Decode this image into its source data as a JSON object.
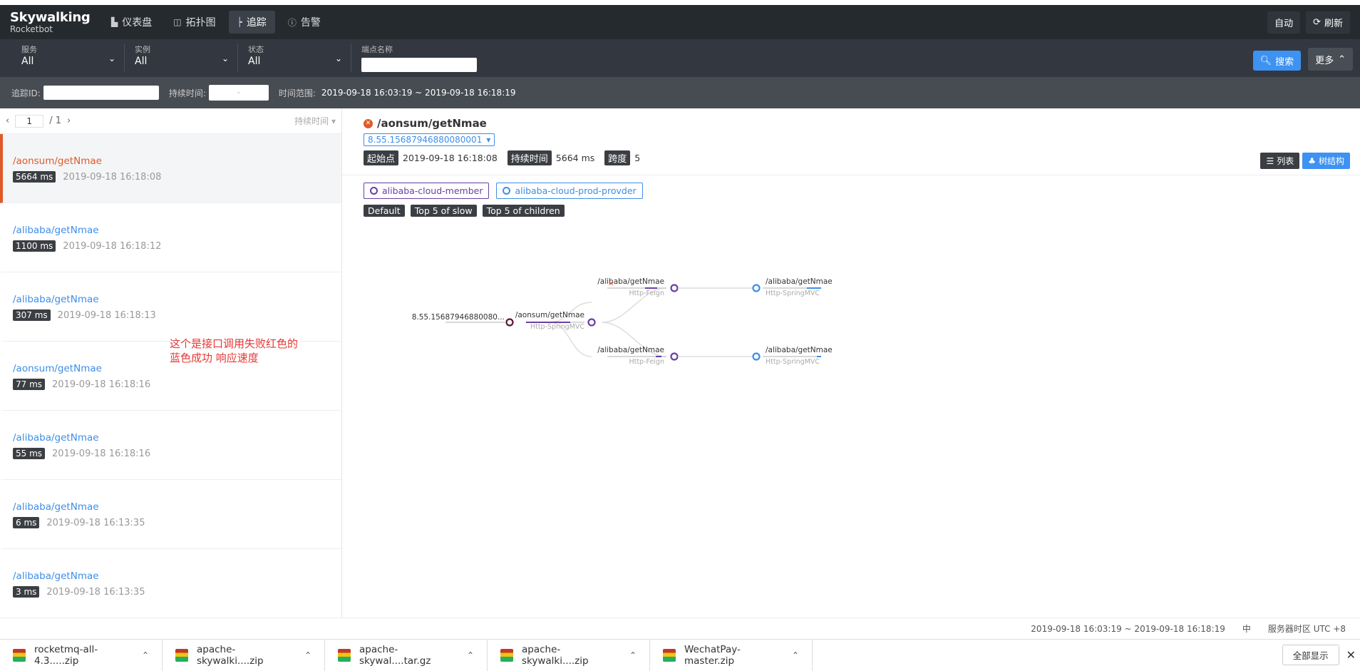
{
  "brand": {
    "line1": "Skywalking",
    "line2": "Rocketbot"
  },
  "nav": {
    "items": [
      {
        "label": "仪表盘",
        "icon": "chart-icon"
      },
      {
        "label": "拓扑图",
        "icon": "topology-icon"
      },
      {
        "label": "追踪",
        "icon": "trace-icon",
        "active": true
      },
      {
        "label": "告警",
        "icon": "alarm-icon"
      }
    ],
    "auto_label": "自动",
    "refresh_label": "刷新"
  },
  "filters": {
    "service": {
      "label": "服务",
      "value": "All"
    },
    "instance": {
      "label": "实例",
      "value": "All"
    },
    "status": {
      "label": "状态",
      "value": "All"
    },
    "endpoint": {
      "label": "端点名称"
    },
    "search_label": "搜索",
    "more_label": "更多"
  },
  "subfilters": {
    "trace_id_label": "追踪ID:",
    "duration_label": "持续时间:",
    "duration_sep": "-",
    "time_range_label": "时间范围:",
    "time_range_value": "2019-09-18 16:03:19 ~ 2019-09-18 16:18:19"
  },
  "pager": {
    "page": "1",
    "total": "/ 1",
    "sort_label": "持续时间"
  },
  "traces": [
    {
      "endpoint": "/aonsum/getNmae",
      "duration": "5664 ms",
      "time": "2019-09-18 16:18:08",
      "error": true,
      "active": true
    },
    {
      "endpoint": "/alibaba/getNmae",
      "duration": "1100 ms",
      "time": "2019-09-18 16:18:12",
      "error": false
    },
    {
      "endpoint": "/alibaba/getNmae",
      "duration": "307 ms",
      "time": "2019-09-18 16:18:13",
      "error": false
    },
    {
      "endpoint": "/aonsum/getNmae",
      "duration": "77 ms",
      "time": "2019-09-18 16:18:16",
      "error": false
    },
    {
      "endpoint": "/alibaba/getNmae",
      "duration": "55 ms",
      "time": "2019-09-18 16:18:16",
      "error": false
    },
    {
      "endpoint": "/alibaba/getNmae",
      "duration": "6 ms",
      "time": "2019-09-18 16:13:35",
      "error": false
    },
    {
      "endpoint": "/alibaba/getNmae",
      "duration": "3 ms",
      "time": "2019-09-18 16:13:35",
      "error": false
    }
  ],
  "annotation": {
    "line1": "这个是接口调用失败红色的",
    "line2": "蓝色成功  响应速度"
  },
  "detail": {
    "title": "/aonsum/getNmae",
    "trace_id": "8.55.15687946880080001",
    "start_label": "起始点",
    "start_value": "2019-09-18 16:18:08",
    "duration_label": "持续时间",
    "duration_value": "5664 ms",
    "span_label": "跨度",
    "span_value": "5",
    "list_label": "列表",
    "tree_label": "树结构",
    "services": [
      {
        "name": "alibaba-cloud-member",
        "color": "#6a3fa5"
      },
      {
        "name": "alibaba-cloud-prod-provder",
        "color": "#3d8ee8"
      }
    ],
    "modes": [
      "Default",
      "Top 5 of slow",
      "Top 5 of children"
    ]
  },
  "tree": {
    "root": {
      "label": "8.55.15687946880080..."
    },
    "nodes": [
      {
        "name": "/aonsum/getNmae",
        "type": "Http-SpringMVC"
      },
      {
        "name": "/alibaba/getNmae",
        "type": "Http-Feign"
      },
      {
        "name": "/alibaba/getNmae",
        "type": "Http-SpringMVC"
      },
      {
        "name": "/alibaba/getNmae",
        "type": "Http-Feign"
      },
      {
        "name": "/alibaba/getNmae",
        "type": "Http-SpringMVC"
      }
    ]
  },
  "status": {
    "time_range": "2019-09-18 16:03:19 ~ 2019-09-18 16:18:19",
    "lang": "中",
    "timezone": "服务器时区 UTC +8"
  },
  "downloads": {
    "items": [
      "rocketmq-all-4.3.....zip",
      "apache-skywalki....zip",
      "apache-skywal....tar.gz",
      "apache-skywalki....zip",
      "WechatPay-master.zip"
    ],
    "show_all": "全部显示"
  }
}
